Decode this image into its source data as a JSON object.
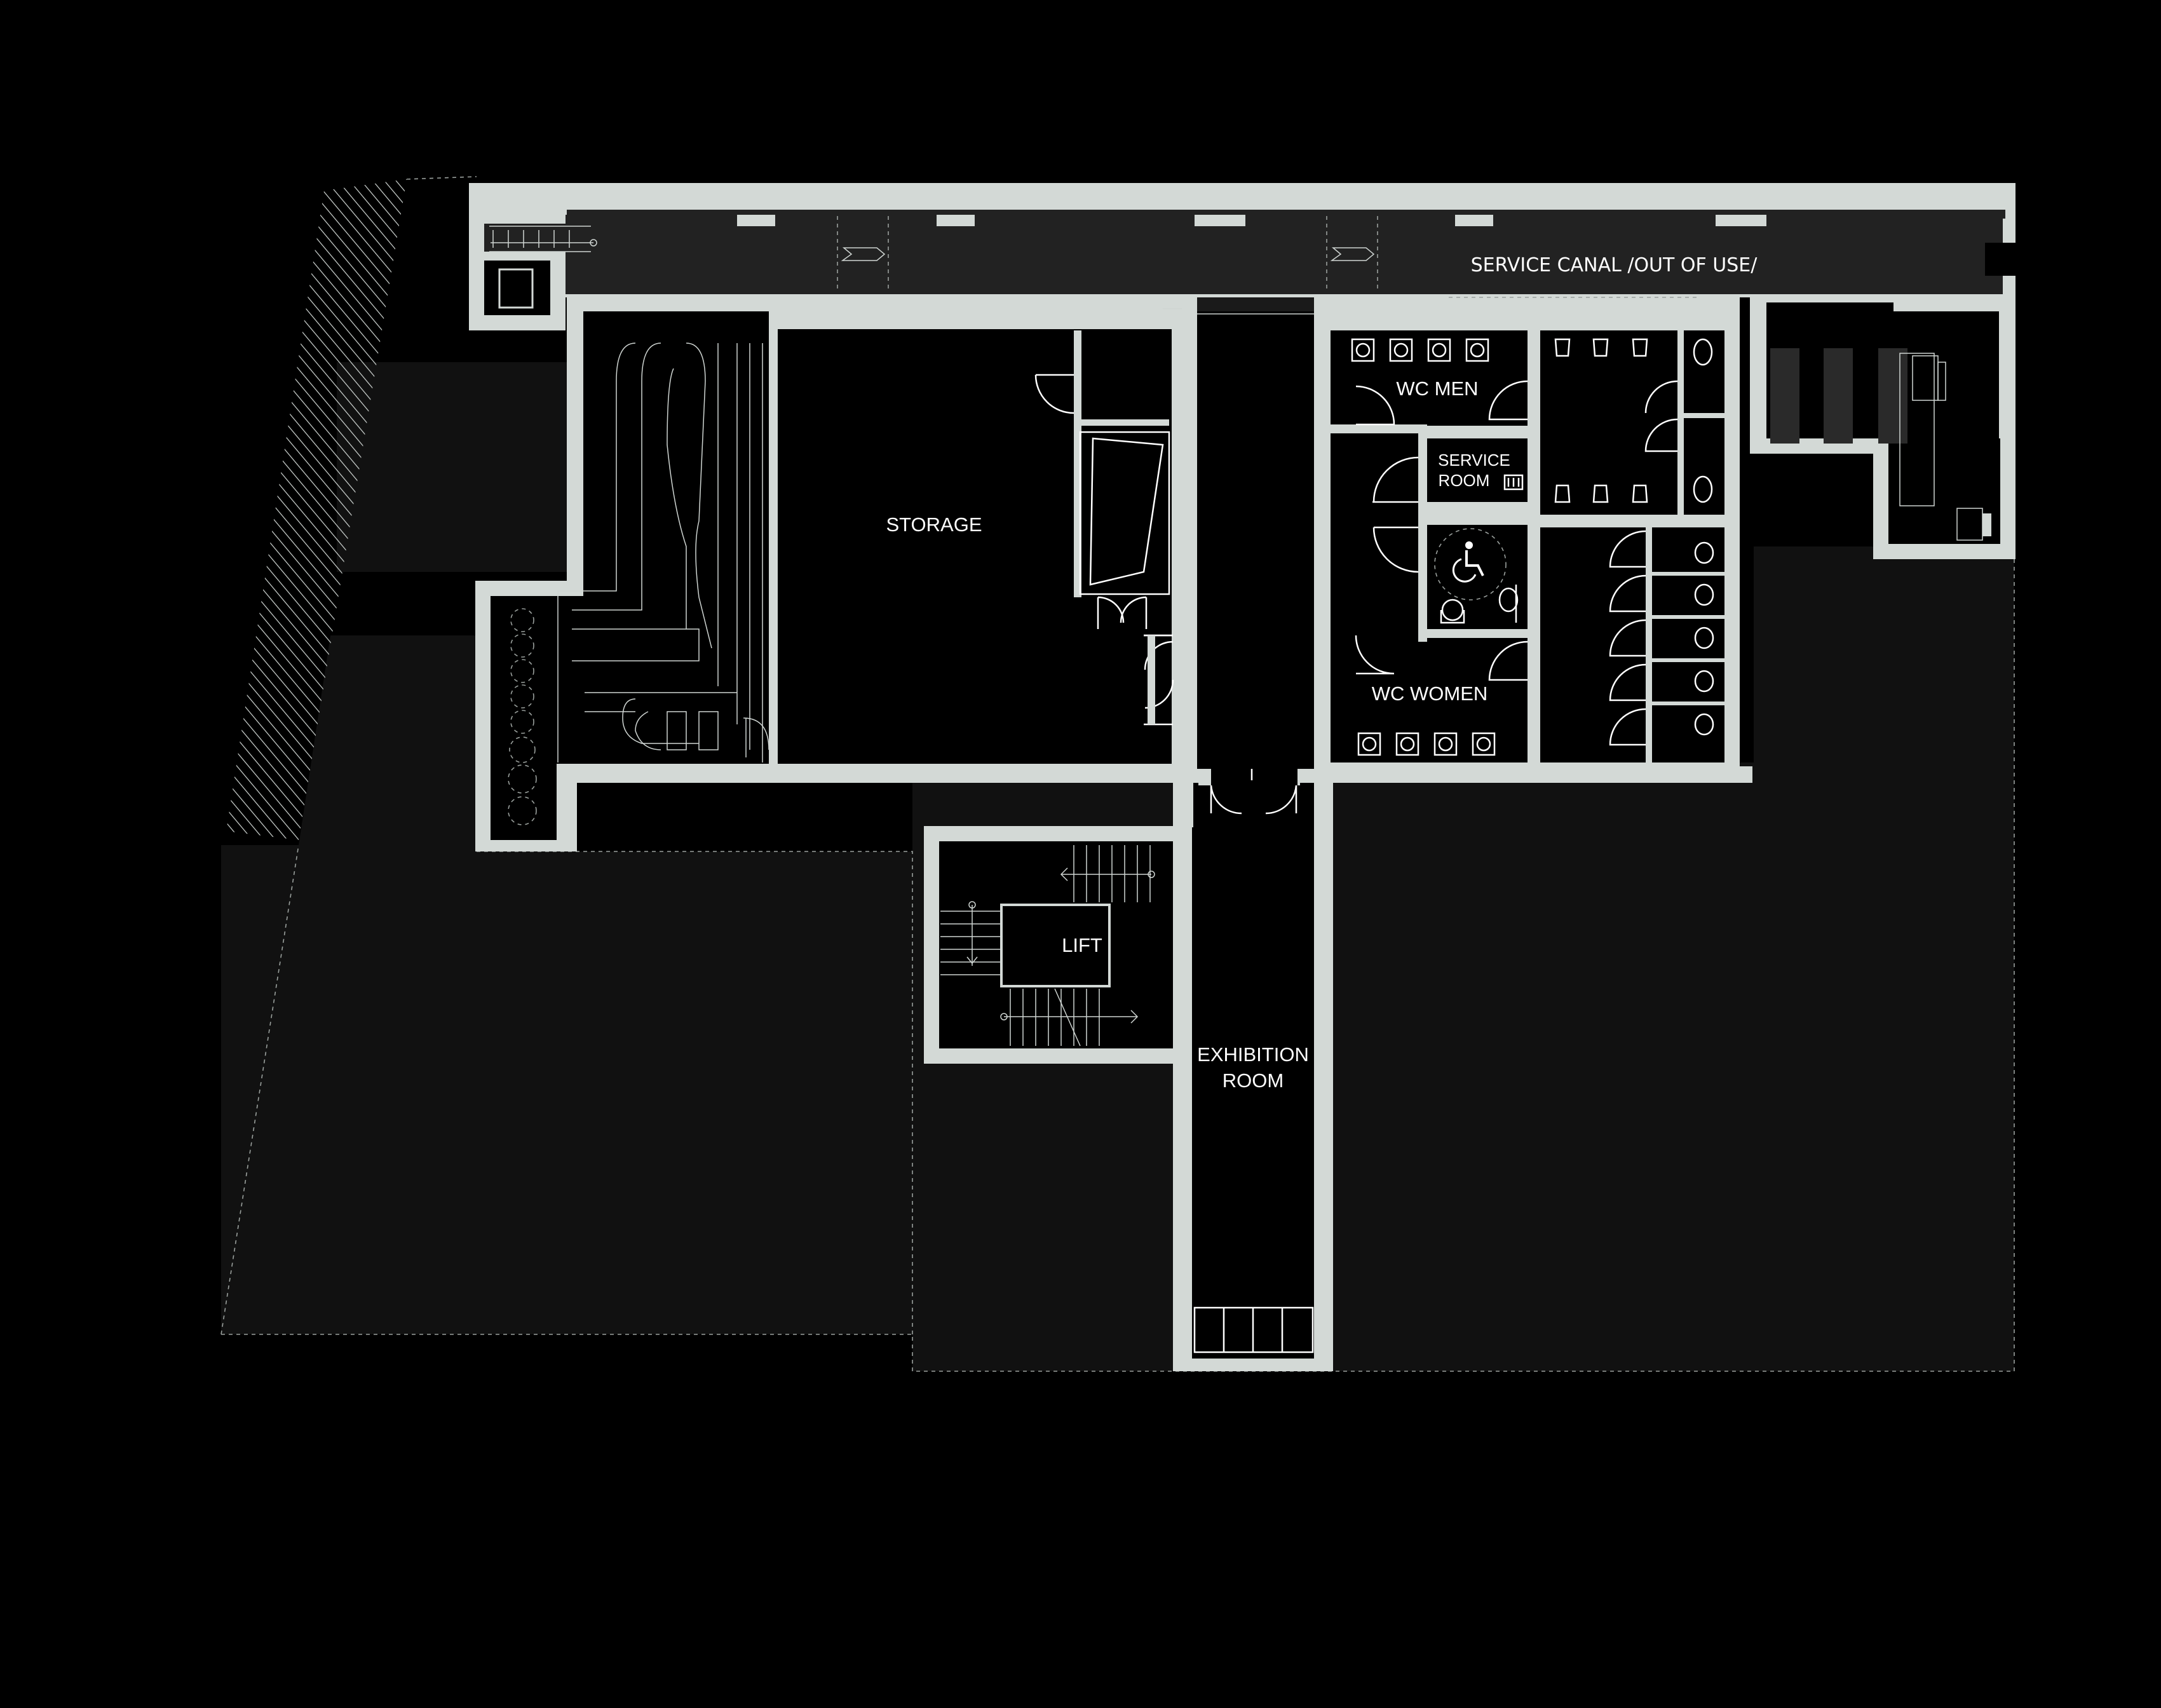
{
  "labels": {
    "service_canal": "SERVICE CANAL /OUT OF USE/",
    "storage": "STORAGE",
    "wc_men": "WC MEN",
    "service_room_line1": "SERVICE",
    "service_room_line2": "ROOM",
    "wc_women": "WC WOMEN",
    "lift": "LIFT",
    "exhibition_line1": "EXHIBITION",
    "exhibition_line2": "ROOM"
  },
  "colors": {
    "background": "#000000",
    "ground": "#111111",
    "wall": "#d3d9d6",
    "room_fill": "#000000",
    "label": "#ffffff"
  },
  "icons": {
    "accessible_toilet": "wheelchair-icon",
    "stairs": "stair-arrow-icon",
    "doors": "door-swing-icon"
  }
}
